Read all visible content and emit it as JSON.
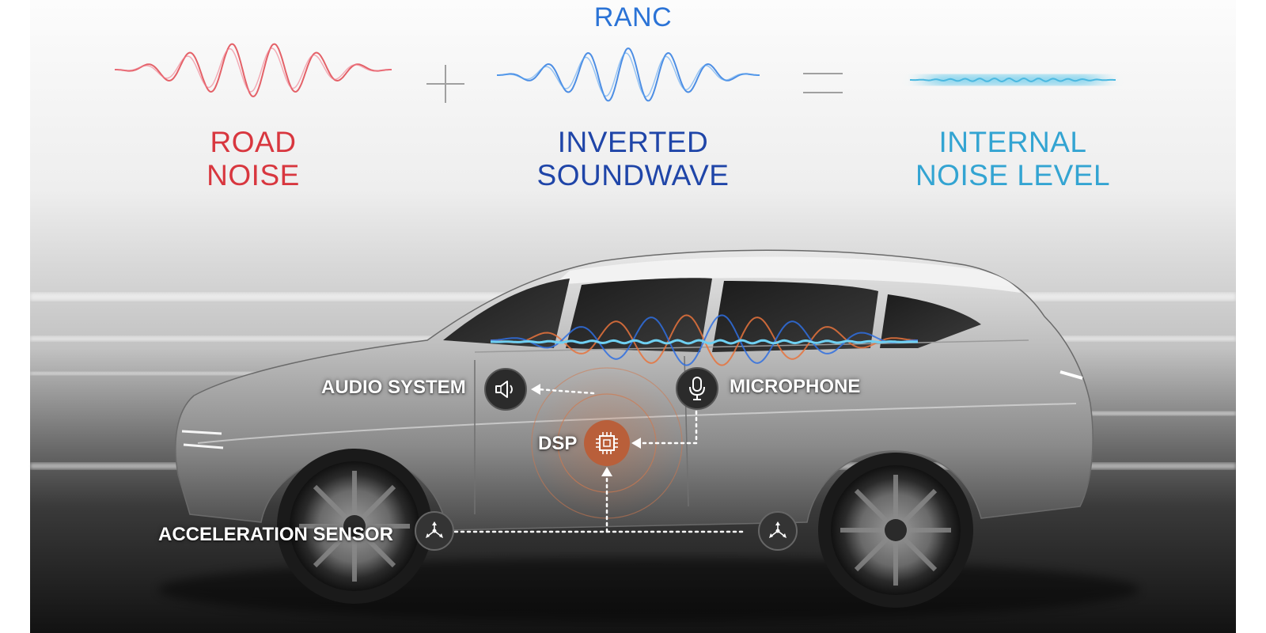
{
  "header": {
    "ranc_label": "RANC"
  },
  "equation": {
    "road_noise": {
      "line1": "ROAD",
      "line2": "NOISE",
      "color": "#d8373f"
    },
    "inverted_soundwave": {
      "line1": "INVERTED",
      "line2": "SOUNDWAVE",
      "color": "#1f45a8"
    },
    "internal_noise_level": {
      "line1": "INTERNAL",
      "line2": "NOISE LEVEL",
      "color": "#33a4d2"
    },
    "ranc_color": "#2b73d6",
    "operator_color": "#9a9a9a"
  },
  "diagram": {
    "audio_system_label": "AUDIO SYSTEM",
    "microphone_label": "MICROPHONE",
    "dsp_label": "DSP",
    "acceleration_sensor_label": "ACCELERATION SENSOR",
    "dsp_color": "#b95f3a",
    "icons": {
      "audio": "speaker-icon",
      "microphone": "microphone-icon",
      "dsp": "chip-icon",
      "sensor": "sensor-icon"
    }
  }
}
